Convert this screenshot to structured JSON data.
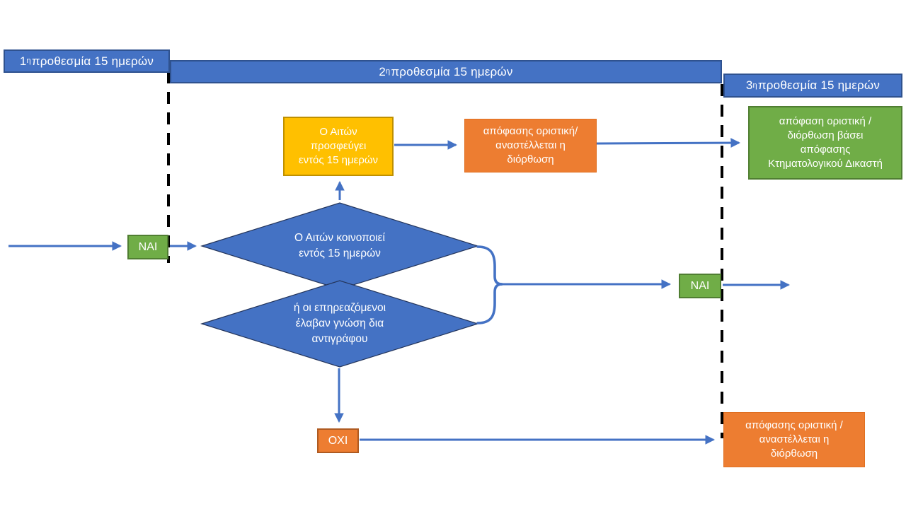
{
  "colors": {
    "blue": "#4472C4",
    "blue_border": "#2F528F",
    "diamond_border": "#24355B",
    "yellow": "#FFC000",
    "yellow_border": "#BF9000",
    "orange": "#ED7D31",
    "orange_border": "#AE5A21",
    "green": "#70AD47",
    "green_border": "#507E32",
    "dashed_line": "#000000",
    "text_white": "#FFFFFF"
  },
  "banners": {
    "b1": {
      "num": "1",
      "sup": "η",
      "rest": " προθεσμία 15 ημερών"
    },
    "b2": {
      "num": "2",
      "sup": "η",
      "rest": " προθεσμία 15 ημερών"
    },
    "b3": {
      "num": "3",
      "sup": "η",
      "rest": " προθεσμία 15 ημερών"
    }
  },
  "boxes": {
    "appeal": {
      "text": "Ο Αιτών\nπροσφεύγει\nεντός 15 ημερών"
    },
    "suspend_top": {
      "text": "απόφασης οριστική/\nαναστέλλεται η\nδιόρθωση"
    },
    "final": {
      "text": "απόφαση οριστική /\nδιόρθωση βάσει\nαπόφασης\nΚτηματολογικού Δικαστή"
    },
    "suspend_bottom": {
      "text": "απόφασης οριστική /\nαναστέλλεται η\nδιόρθωση"
    },
    "yes_left": {
      "label": "ΝΑΙ"
    },
    "yes_right": {
      "label": "ΝΑΙ"
    },
    "no": {
      "label": "ΟΧΙ"
    }
  },
  "diamonds": {
    "notify": {
      "text": "Ο Αιτών κοινοποιεί\nεντός 15 ημερών"
    },
    "aware": {
      "text": "ή οι επηρεαζόμενοι\nέλαβαν γνώση δια\nαντιγράφου"
    }
  }
}
